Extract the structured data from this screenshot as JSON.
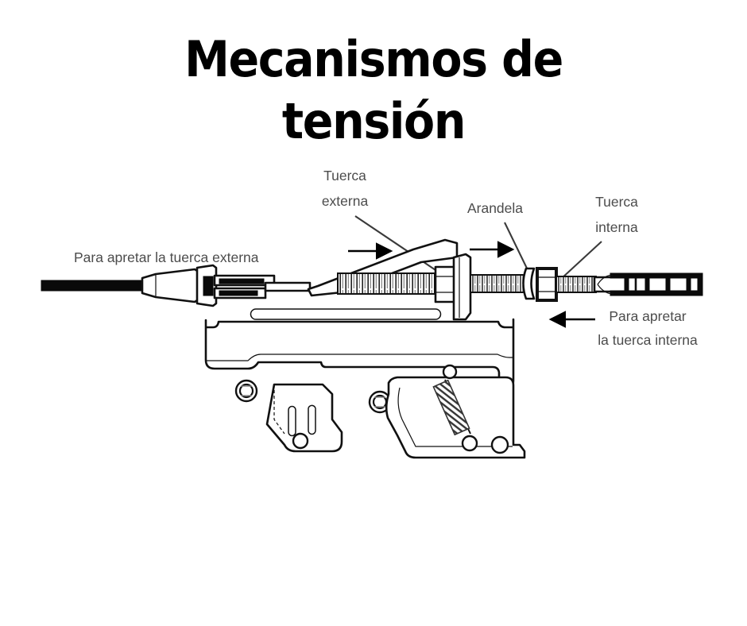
{
  "title": {
    "line1": "Mecanismos de",
    "line2": "tensión"
  },
  "figure": {
    "alt_name": "tension-mechanism-diagram",
    "labels": [
      {
        "id": "outer-nut",
        "text": "Tuerca",
        "text2": "externa"
      },
      {
        "id": "washer",
        "text": "Arandela"
      },
      {
        "id": "inner-nut",
        "text": "Tuerca",
        "text2": "interna"
      },
      {
        "id": "tighten-outer",
        "text": "Para apretar la tuerca externa"
      },
      {
        "id": "tighten-inner",
        "text": "Para apretar",
        "text2": "la tuerca interna"
      }
    ],
    "label_texts": {
      "outer_nut_l1": "Tuerca",
      "outer_nut_l2": "externa",
      "washer": "Arandela",
      "inner_nut_l1": "Tuerca",
      "inner_nut_l2": "interna",
      "tighten_outer": "Para apretar la tuerca externa",
      "tighten_inner_l1": "Para apretar",
      "tighten_inner_l2": "la tuerca interna"
    },
    "colors": {
      "background": "#ffffff",
      "title_text": "#000000",
      "label_text": "#4c4c4c",
      "line_art": "#111111",
      "cable_fill": "#0a0a0a"
    },
    "parts": [
      "cable-end",
      "cable-sleeve",
      "threaded-rod",
      "outer-nut-hex",
      "bracket-plate",
      "washer-ring",
      "inner-nut-hex",
      "cable-conduit",
      "mounting-bracket",
      "bolt-left",
      "bolt-right",
      "slotted-tab",
      "coil-spring",
      "lever-arm"
    ],
    "arrows": [
      {
        "id": "arrow-outer-1",
        "direction": "right"
      },
      {
        "id": "arrow-outer-2",
        "direction": "right"
      },
      {
        "id": "arrow-inner",
        "direction": "left"
      }
    ]
  }
}
